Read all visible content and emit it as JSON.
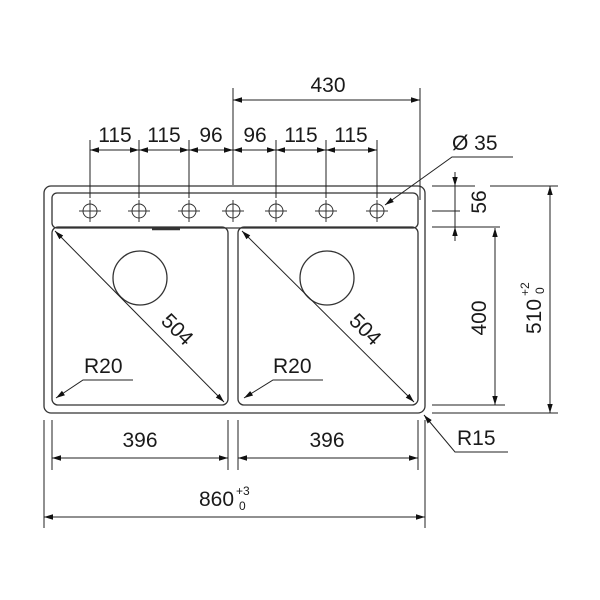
{
  "drawing": {
    "top_overall": "430",
    "tap_spacings": [
      "115",
      "115",
      "96",
      "96",
      "115",
      "115"
    ],
    "tap_hole_diameter": "Ø 35",
    "ledge_depth": "56",
    "bowl_depth": "400",
    "overall_depth": "510",
    "overall_depth_tol_upper": "+2",
    "overall_depth_tol_lower": "0",
    "bowl_diagonal_left": "504",
    "bowl_diagonal_right": "504",
    "bowl_radius_left": "R20",
    "bowl_radius_right": "R20",
    "bowl_width_left": "396",
    "bowl_width_right": "396",
    "corner_radius": "R15",
    "overall_width": "860",
    "overall_width_tol_upper": "+3",
    "overall_width_tol_lower": "0"
  }
}
